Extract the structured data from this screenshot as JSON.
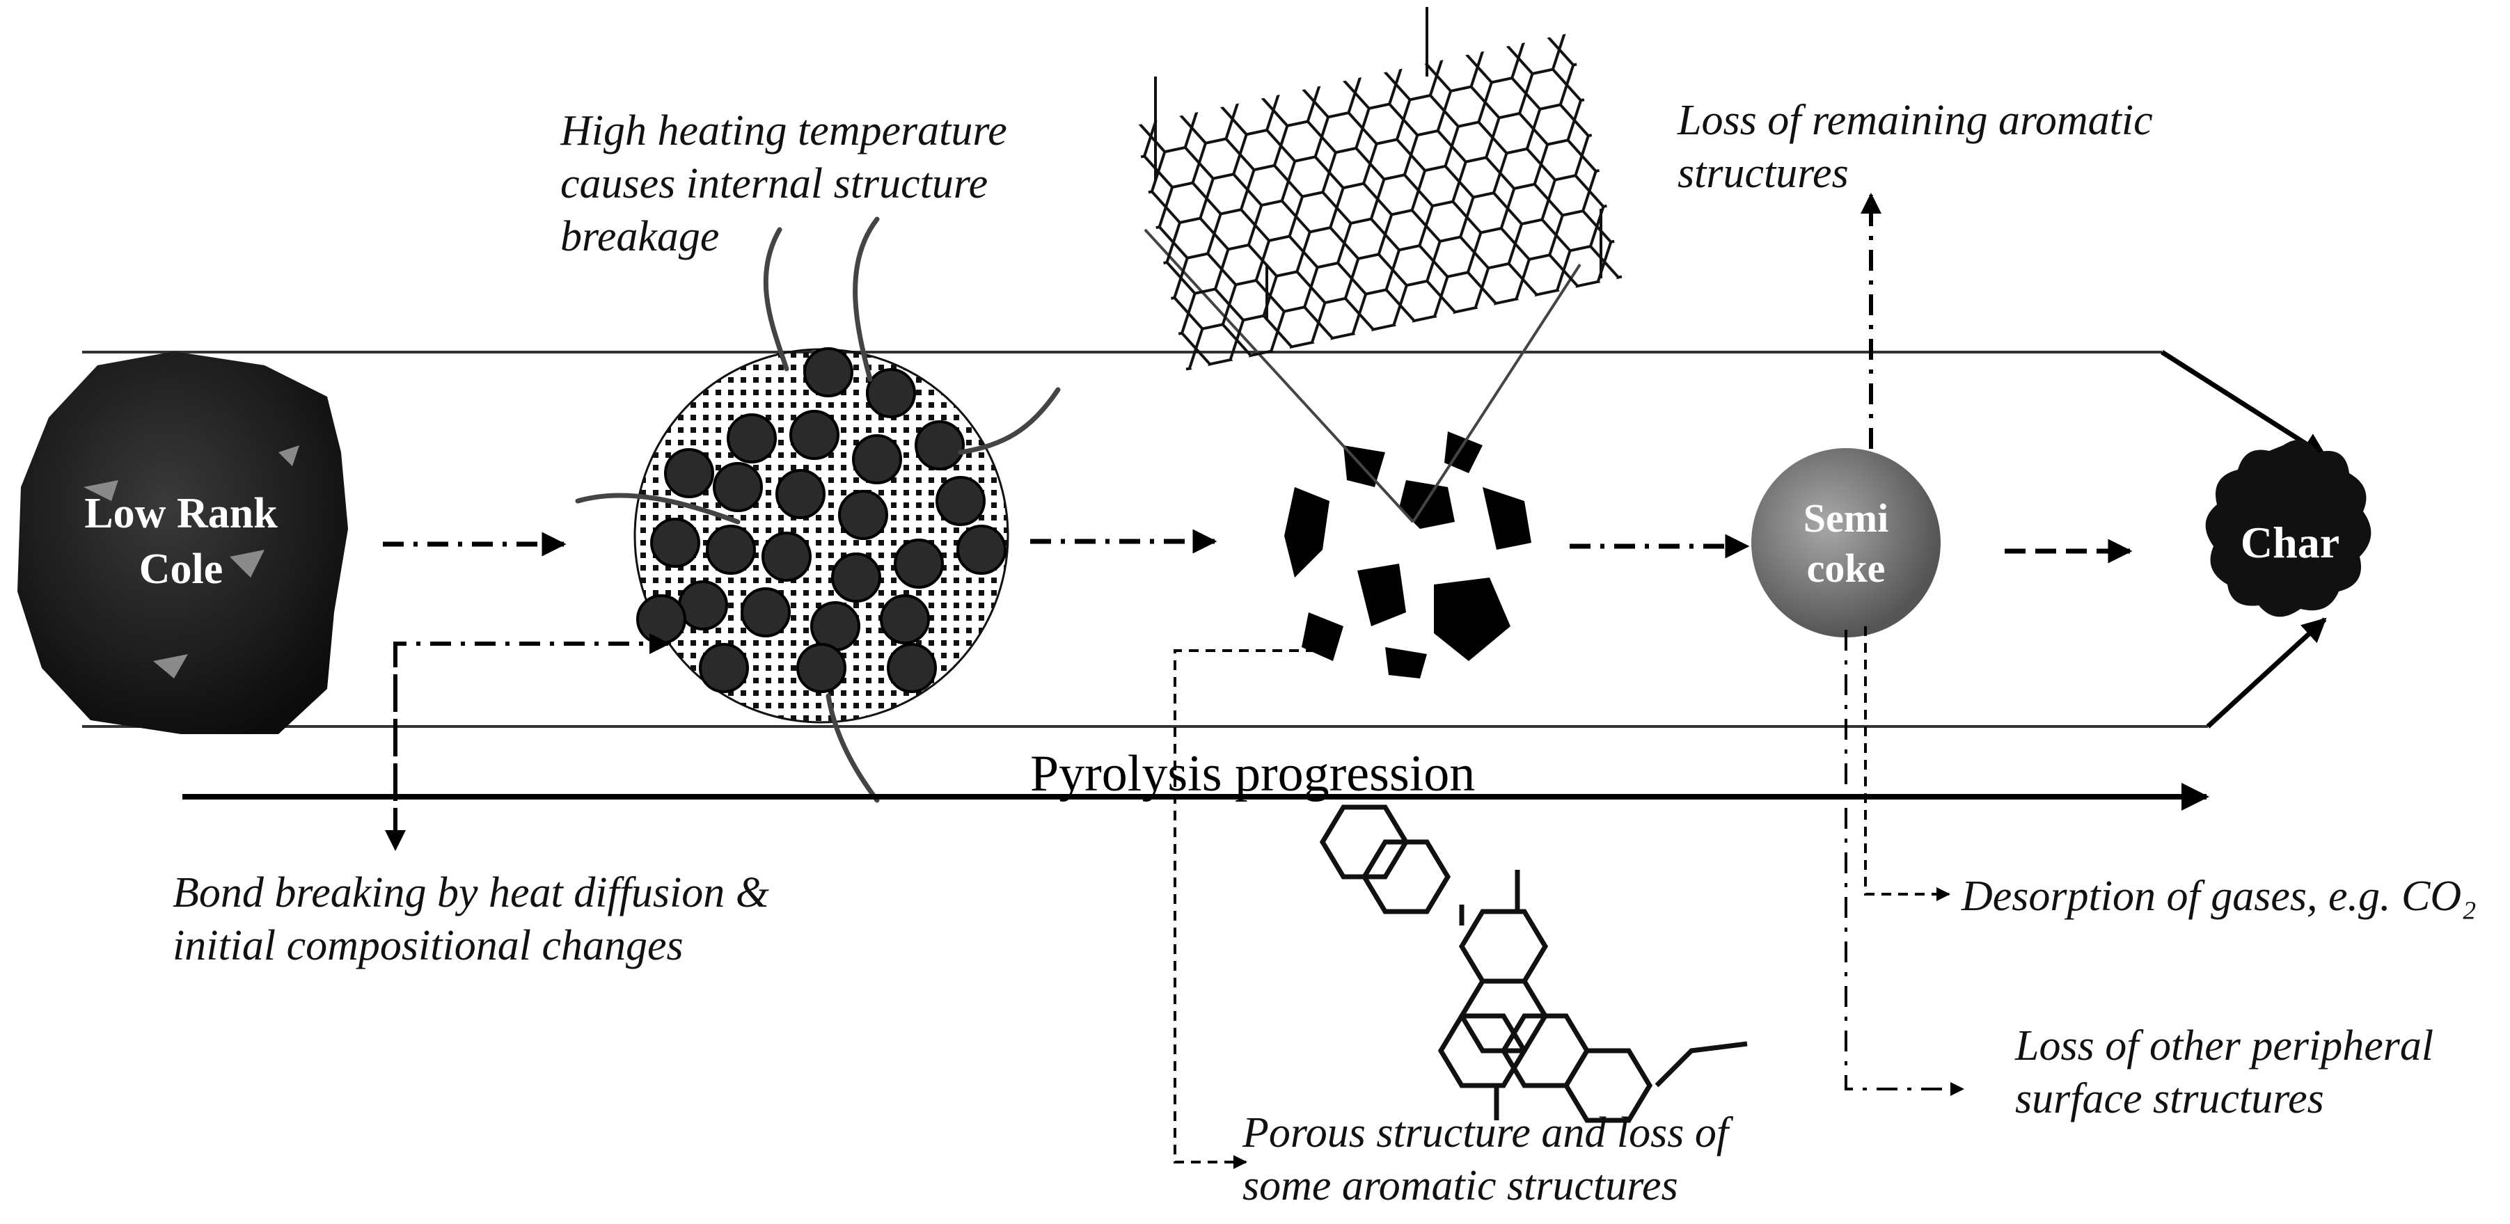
{
  "stages": {
    "coal_label": [
      "Low Rank",
      "Cole"
    ],
    "semicoke_label": [
      "Semi",
      "coke"
    ],
    "char_label": "Char"
  },
  "axis": {
    "label": "Pyrolysis progression"
  },
  "annotations": {
    "heating": [
      "High heating temperature",
      "causes internal structure",
      "breakage"
    ],
    "bond_breaking": [
      "Bond breaking by heat diffusion &",
      "initial compositional changes"
    ],
    "porous": [
      "Porous structure and loss of",
      "some aromatic structures"
    ],
    "loss_remaining": [
      "Loss of remaining aromatic",
      "structures"
    ],
    "desorption": "Desorption of gases, e.g. CO₂",
    "peripheral": [
      "Loss of other peripheral",
      "surface structures"
    ]
  },
  "colors": {
    "ink": "#111111",
    "coal": "#1a1a1a",
    "semicoke": "#7a7a7a"
  }
}
